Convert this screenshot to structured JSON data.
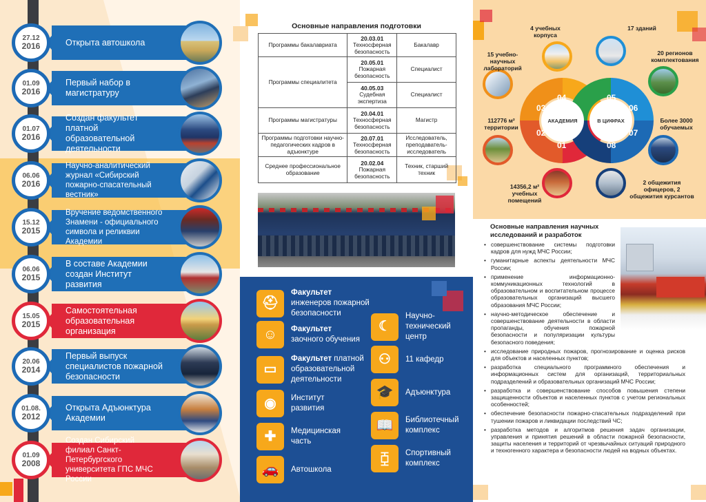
{
  "timeline": [
    {
      "date": "27.12",
      "year": "2016",
      "text": "Открыта автошкола",
      "color": "blue"
    },
    {
      "date": "01.09",
      "year": "2016",
      "text": "Первый набор в магистратуру",
      "color": "blue"
    },
    {
      "date": "01.07",
      "year": "2016",
      "text": "Создан факультет платной образовательной деятельности",
      "color": "blue"
    },
    {
      "date": "06.06",
      "year": "2016",
      "text": "Научно-аналитический журнал «Сибирский пожарно-спасательный вестник»",
      "color": "blue"
    },
    {
      "date": "15.12",
      "year": "2015",
      "text": "Вручение ведомственного Знамени - официального символа и реликвии Академии",
      "color": "blue"
    },
    {
      "date": "06.06",
      "year": "2015",
      "text": "В составе Академии создан Институт развития",
      "color": "blue"
    },
    {
      "date": "15.05",
      "year": "2015",
      "text": "Самостоятельная образовательная организация",
      "color": "red"
    },
    {
      "date": "20.06",
      "year": "2014",
      "text": "Первый выпуск специалистов пожарной безопасности",
      "color": "blue"
    },
    {
      "date": "01.08.",
      "year": "2012",
      "text": "Открыта Адъюнктура Академии",
      "color": "blue"
    },
    {
      "date": "01.09",
      "year": "2008",
      "text": "Создан Сибирский филиал Санкт-Петербургского университета ГПС МЧС России",
      "color": "red"
    }
  ],
  "training": {
    "title": "Основные направления подготовки",
    "rows": [
      {
        "program": "Программы бакалавриата",
        "code": "20.03.01",
        "spec": "Техносферная безопасность",
        "qual": "Бакалавр"
      },
      {
        "program": "Программы специалитета",
        "code": "20.05.01",
        "spec": "Пожарная безопасность",
        "qual": "Специалист"
      },
      {
        "program": "",
        "code": "40.05.03",
        "spec": "Судебная экспертиза",
        "qual": "Специалист"
      },
      {
        "program": "Программы магистратуры",
        "code": "20.04.01",
        "spec": "Техносферная безопасность",
        "qual": "Магистр"
      },
      {
        "program": "Программы подготовки научно-педагогических кадров в адъюнктуре",
        "code": "20.07.01",
        "spec": "Техносферная безопасность",
        "qual": "Исследователь, преподаватель-исследователь"
      },
      {
        "program": "Среднее профессиональное образование",
        "code": "20.02.04",
        "spec": "Пожарная безопасность",
        "qual": "Техник, старший техник"
      }
    ]
  },
  "faculties_left": [
    {
      "bold": "Факультет",
      "rest": "инженеров пожарной безопасности",
      "icon": "fire-extinguisher-icon"
    },
    {
      "bold": "Факультет",
      "rest": "заочного обучения",
      "icon": "people-icon"
    },
    {
      "bold": "Факультет",
      "rest": "платной образовательной деятельности",
      "icon": "card-icon"
    },
    {
      "bold": "",
      "rest": "Институт развития",
      "icon": "owl-icon"
    },
    {
      "bold": "",
      "rest": "Медицинская часть",
      "icon": "doctor-icon"
    },
    {
      "bold": "",
      "rest": "Автошкола",
      "icon": "car-icon"
    }
  ],
  "faculties_right": [
    {
      "text": "Научно-технический центр",
      "icon": "moon-icon"
    },
    {
      "text": "11 кафедр",
      "icon": "group-icon"
    },
    {
      "text": "Адъюнктура",
      "icon": "graduation-cap-icon"
    },
    {
      "text": "Библиотечный комплекс",
      "icon": "book-icon"
    },
    {
      "text": "Спортивный комплекс",
      "icon": "dumbbell-icon"
    }
  ],
  "numbers": {
    "center_left": "АКАДЕМИЯ",
    "center_right": "В ЦИФРАХ",
    "ring": [
      "01",
      "02",
      "03",
      "04",
      "05",
      "06",
      "07",
      "08"
    ],
    "labels": [
      {
        "id": "01",
        "text": "14356,2 м² учебных помещений"
      },
      {
        "id": "02",
        "text": "112776 м² территории"
      },
      {
        "id": "03",
        "text": "15 учебно-научных лабораторий"
      },
      {
        "id": "04",
        "text": "4 учебных корпуса"
      },
      {
        "id": "05",
        "text": "17 зданий"
      },
      {
        "id": "06",
        "text": "20 регионов комплектования"
      },
      {
        "id": "07",
        "text": "Более 3000 обучаемых"
      },
      {
        "id": "08",
        "text": "2 общежития офицеров, 2 общежития курсантов"
      }
    ]
  },
  "research": {
    "title": "Основные направления научных исследований и разработок",
    "items": [
      "совершенствование системы подготовки кадров для нужд МЧС России;",
      "гуманитарные аспекты деятельности МЧС России;",
      "применение информационно-коммуникационных технологий в образовательном и воспитательном процессе образовательных организаций высшего образования МЧС России;",
      "научно-методическое обеспечение и совершенствование деятельности в области пропаганды, обучения пожарной безопасности и популяризации культуры безопасного поведения;",
      "исследование природных пожаров, прогнозирование и оценка рисков для объектов и населенных пунктов;",
      "разработка специального программного обеспечения и информационных систем для организаций, территориальных подразделений и образовательных организаций МЧС России;",
      "разработка и совершенствование способов повышения степени защищенности объектов и населенных пунктов с учетом региональных особенностей;",
      "обеспечение безопасности пожарно-спасательных подразделений при тушении пожаров и ликвидации последствий ЧС;",
      "разработка методов и алгоритмов решения задач организации, управления и принятия решений в области пожарной безопасности, защиты населения и территорий от чрезвычайных ситуаций природного и техногенного характера и безопасности людей на водных объектах."
    ]
  },
  "colors": {
    "blue": "#1f6fb7",
    "red": "#e0283a",
    "orange": "#f7a81b",
    "navy": "#1d4f94"
  }
}
